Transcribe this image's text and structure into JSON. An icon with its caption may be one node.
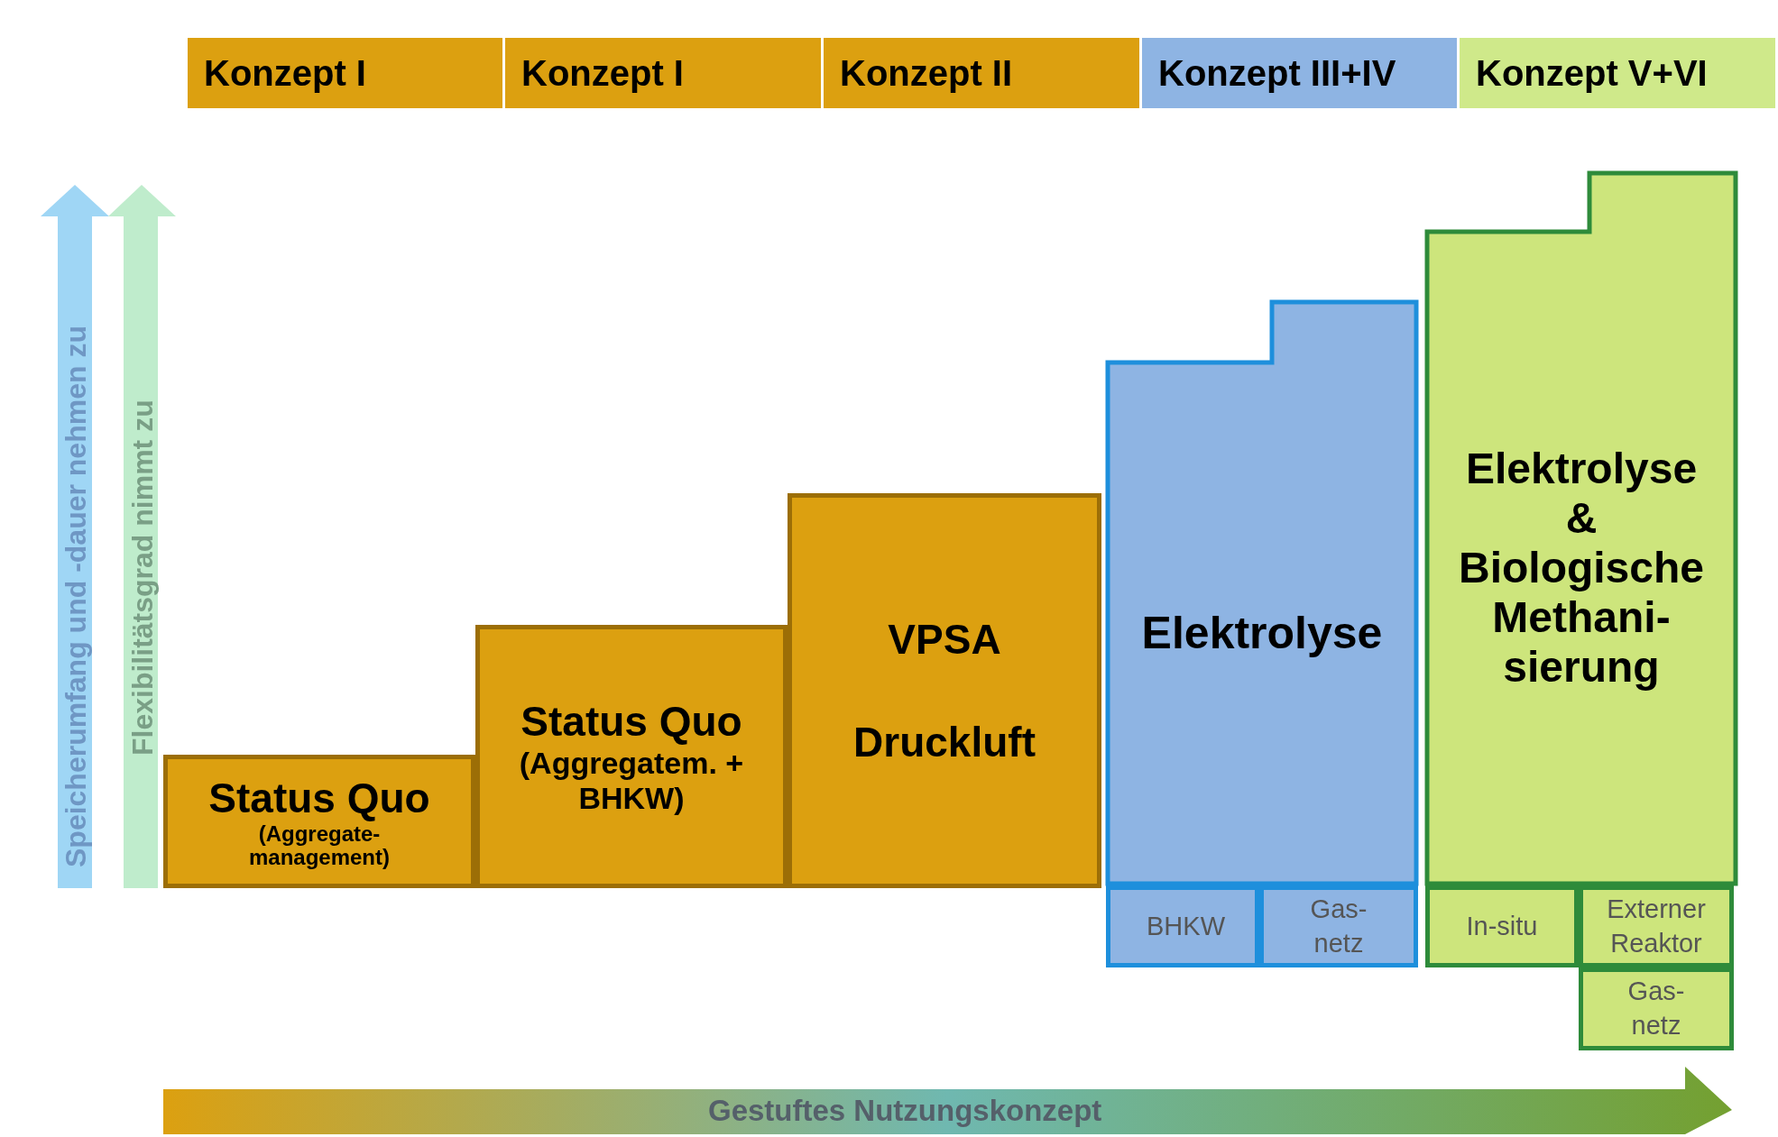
{
  "diagram": {
    "nodes": [
      {
        "text": [
          "Konzept I"
        ]
      },
      {
        "text": [
          "Konzept I"
        ]
      },
      {
        "text": [
          "Konzept II"
        ]
      },
      {
        "text": [
          "Konzept III+IV"
        ]
      },
      {
        "text": [
          "Konzept V+VI"
        ]
      },
      {
        "text": [
          "Status Quo",
          "(Aggregate-management)"
        ]
      },
      {
        "text": [
          "Status Quo",
          "(Aggregatem. + BHKW)"
        ]
      },
      {
        "text": [
          "VPSA",
          "Druckluft"
        ]
      },
      {
        "text": [
          "Elektrolyse"
        ]
      },
      {
        "text": [
          "BHKW"
        ]
      },
      {
        "text": [
          "Gas-netz"
        ]
      },
      {
        "text": [
          "Elektrolyse & Biologische Methani-sierung"
        ]
      },
      {
        "text": [
          "In-situ"
        ]
      },
      {
        "text": [
          "Externer Reaktor"
        ]
      },
      {
        "text": [
          "Gas-netz"
        ]
      }
    ],
    "labels": [
      "Speicherumfang und -dauer nehmen zu",
      "Flexibilitätsgrad nimmt zu",
      "Gestuftes Nutzungskonzept"
    ]
  }
}
